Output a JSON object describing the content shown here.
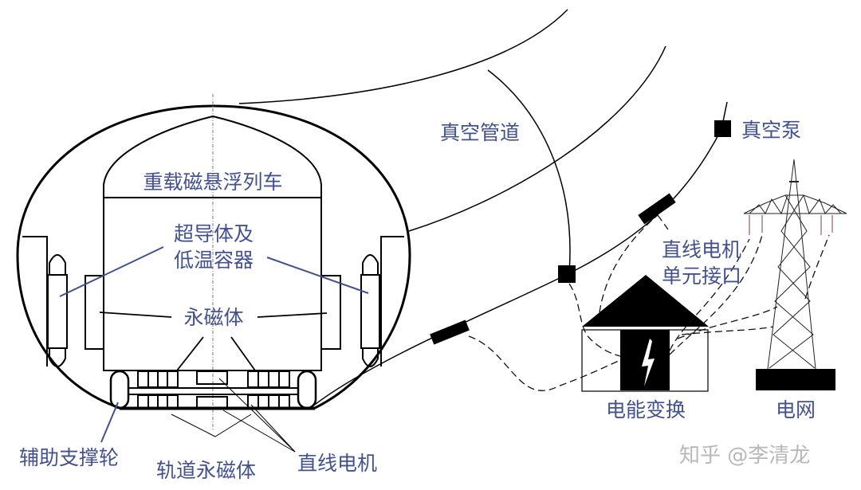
{
  "labels": {
    "train": "重载磁悬浮列车",
    "superconductor_line1": "超导体及",
    "superconductor_line2": "低温容器",
    "permanent_magnet": "永磁体",
    "aux_wheel": "辅助支撑轮",
    "track_magnet": "轨道永磁体",
    "linear_motor": "直线电机",
    "vacuum_tube": "真空管道",
    "vacuum_pump": "真空泵",
    "motor_interface_line1": "直线电机",
    "motor_interface_line2": "单元接口",
    "power_conversion": "电能变换",
    "grid": "电网"
  },
  "watermark": "知乎 @李清龙",
  "colors": {
    "label": "#43528f",
    "line": "#000000",
    "watermark": "#b8b8b8"
  }
}
